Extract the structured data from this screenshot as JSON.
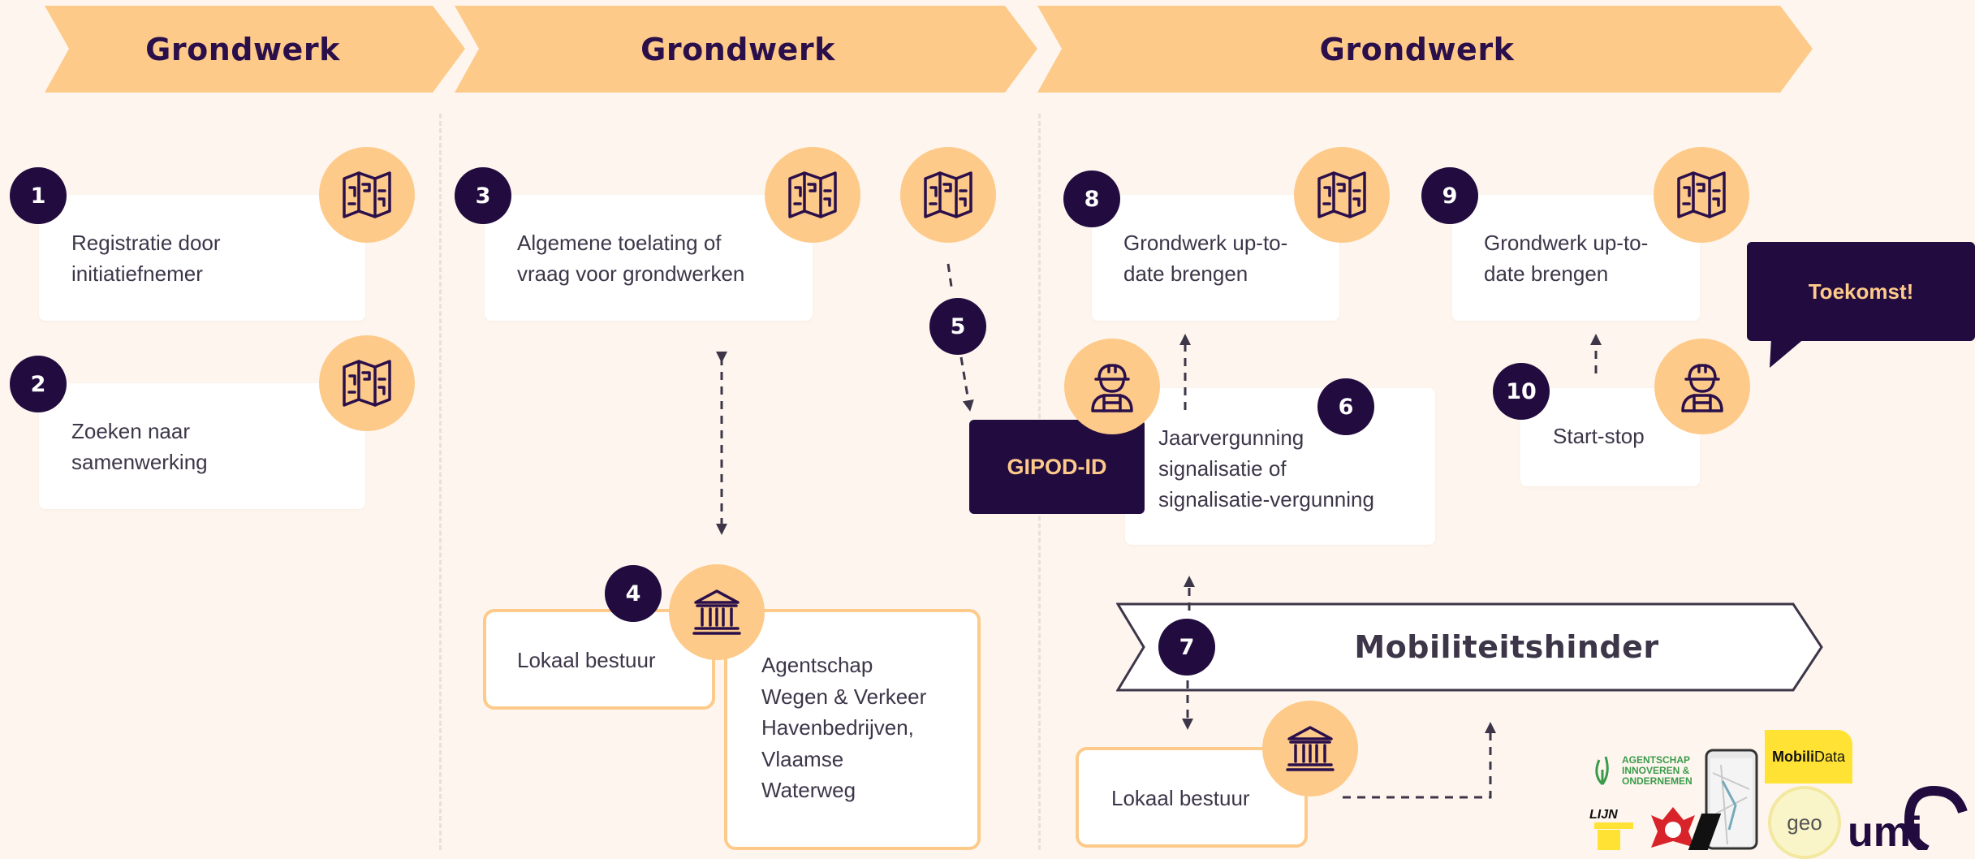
{
  "banners": [
    "Grondwerk",
    "Grondwerk",
    "Grondwerk"
  ],
  "steps": {
    "s1": {
      "num": "1",
      "text": "Registratie door\ninitiatiefnemer"
    },
    "s2": {
      "num": "2",
      "text": "Zoeken naar\nsamenwerking"
    },
    "s3": {
      "num": "3",
      "text": "Algemene toelating of\nvraag voor grondwerken"
    },
    "s4": {
      "num": "4",
      "text": "Lokaal bestuur"
    },
    "s4b": {
      "text": "Agentschap\nWegen & Verkeer\nHavenbedrijven,\nVlaamse\nWaterweg"
    },
    "s5": {
      "num": "5"
    },
    "s6": {
      "num": "6",
      "text": "Jaarvergunning\nsignalisatie of\nsignalisatie-vergunning"
    },
    "s7": {
      "num": "7",
      "text": "Lokaal bestuur"
    },
    "s8": {
      "num": "8",
      "text": "Grondwerk up-to-\ndate brengen"
    },
    "s9": {
      "num": "9",
      "text": "Grondwerk up-to-\ndate brengen"
    },
    "s10": {
      "num": "10",
      "text": "Start-stop"
    }
  },
  "gipod_label": "GIPOD-ID",
  "future_label": "Toekomst!",
  "mobility_banner": "Mobiliteitshinder",
  "logos": {
    "agentschap_line1": "AGENTSCHAP",
    "agentschap_line2": "INNOVEREN &",
    "agentschap_line3": "ONDERNEMEN",
    "mobilidata_a": "Mobili",
    "mobilidata_b": "Data",
    "lijn": "LIJN",
    "geo": "geo",
    "umi": "umi"
  },
  "icons": [
    "map-icon",
    "worker-icon",
    "government-building-icon"
  ],
  "colors": {
    "navy": "#220b3f",
    "peach": "#fdca8a",
    "background": "#fef6ee"
  }
}
